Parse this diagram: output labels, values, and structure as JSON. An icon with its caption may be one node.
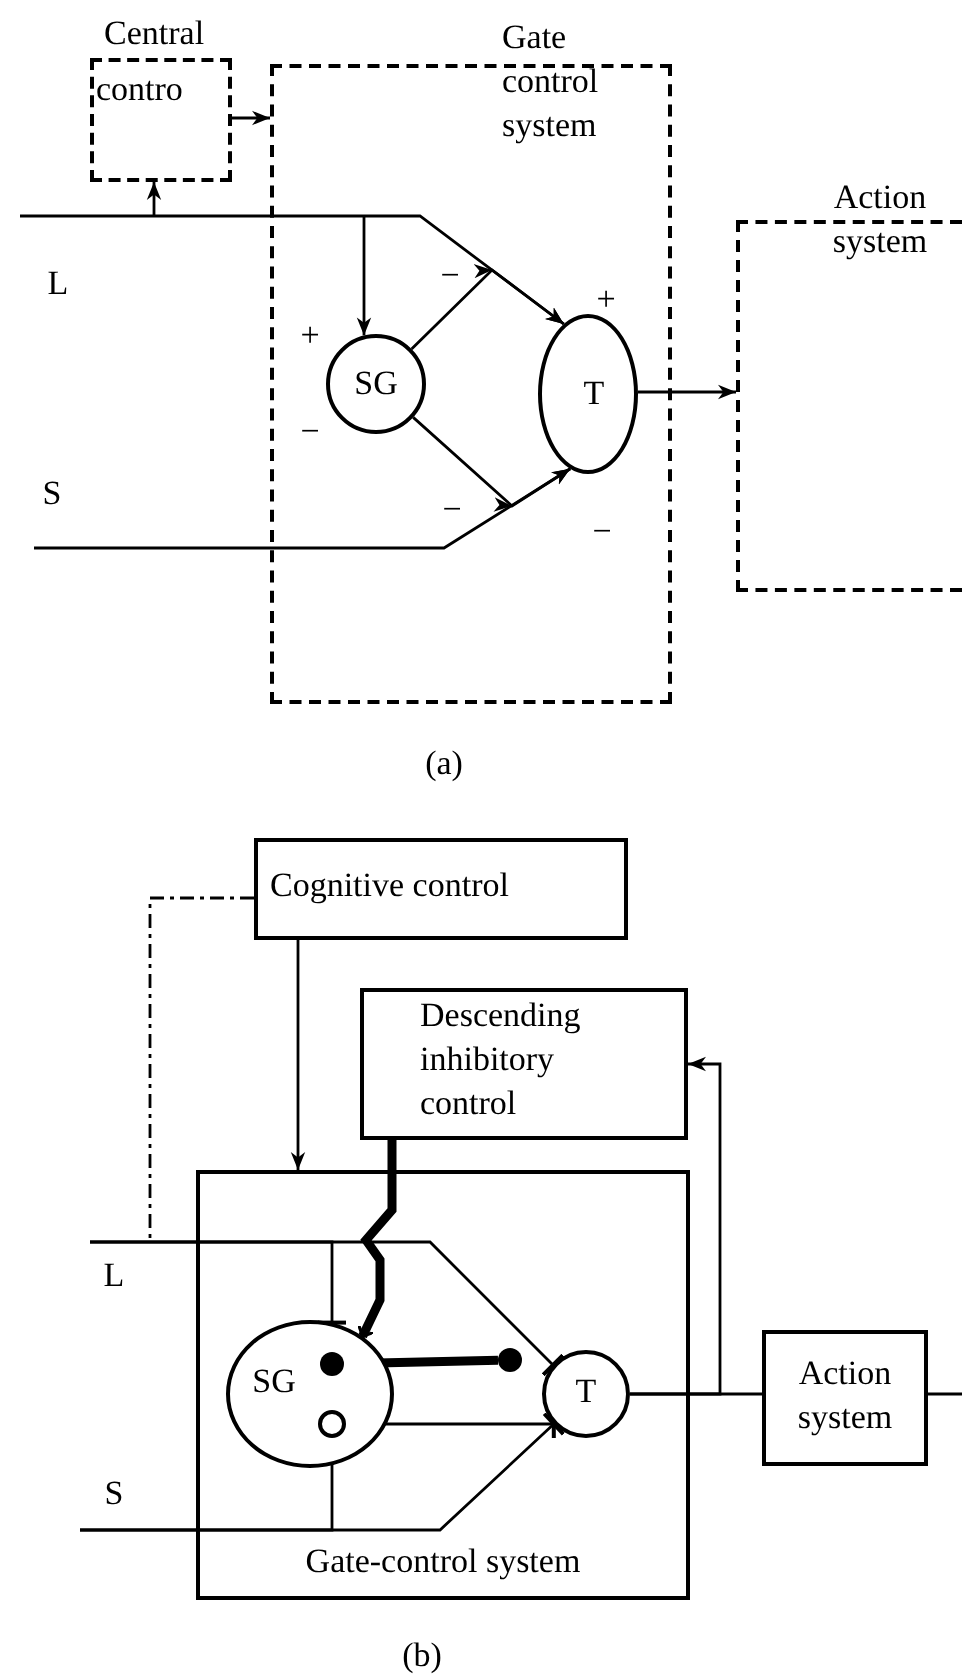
{
  "diagram": {
    "nodes": [
      {
        "text": [
          "Central",
          "contro"
        ]
      },
      {
        "text": [
          "Gate control system"
        ]
      },
      {
        "text": [
          "SG"
        ],
        "in": 1
      },
      {
        "text": [
          "T"
        ],
        "in": 1
      },
      {
        "text": [
          "Action system"
        ]
      },
      {
        "text": [
          "Cognitive control"
        ]
      },
      {
        "text": [
          "Descending inhibitory control"
        ]
      },
      {
        "text": [
          "Gate-control system"
        ]
      },
      {
        "text": [
          "SG"
        ],
        "in": 7
      },
      {
        "text": [
          "T"
        ],
        "in": 7
      },
      {
        "text": [
          "Action system"
        ]
      },
      {
        "text": [],
        "shape": "circle",
        "in": 8
      },
      {
        "text": [],
        "shape": "circle",
        "in": 8
      },
      {
        "text": [],
        "shape": "circle",
        "in": 7
      }
    ],
    "edges": [
      {
        "from": null,
        "to": 3,
        "arrow": "to"
      },
      {
        "from": null,
        "to": 2,
        "arrow": "to"
      },
      {
        "from": null,
        "to": 0,
        "arrow": "to"
      },
      {
        "from": 2,
        "to": 3,
        "arrow": "to"
      },
      {
        "from": 2,
        "to": 3,
        "arrow": "to"
      },
      {
        "from": null,
        "to": 3,
        "arrow": "to"
      },
      {
        "from": 3,
        "to": 4,
        "arrow": "to"
      },
      {
        "from": 0,
        "to": 1,
        "arrow": "to"
      },
      {
        "from": 5,
        "to": 7,
        "arrow": "to"
      },
      {
        "from": 5,
        "to": null,
        "arrow": "none",
        "style": "dashed"
      },
      {
        "from": null,
        "to": 8,
        "arrow": "other"
      },
      {
        "from": null,
        "to": 9,
        "arrow": "other"
      },
      {
        "from": null,
        "to": 12,
        "arrow": "other"
      },
      {
        "from": null,
        "to": 9,
        "arrow": "other"
      },
      {
        "from": 12,
        "to": 9,
        "arrow": "other"
      },
      {
        "from": 11,
        "to": 13,
        "arrow": "none",
        "style": "thick"
      },
      {
        "from": 6,
        "to": 8,
        "arrow": "other",
        "style": "thick"
      },
      {
        "from": 9,
        "to": 10,
        "arrow": "none"
      },
      {
        "from": 9,
        "to": 6,
        "arrow": "to"
      },
      {
        "from": 10,
        "to": null,
        "arrow": "none"
      }
    ],
    "labels": [
      "−",
      "L",
      "+",
      "+",
      "−",
      "S",
      "−",
      "−",
      "(a)",
      "L",
      "S",
      "(b)"
    ]
  }
}
